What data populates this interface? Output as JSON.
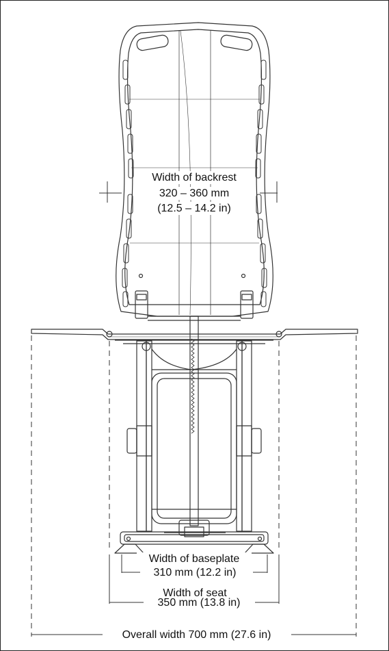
{
  "labels": {
    "backrest": {
      "title": "Width of backrest",
      "mm": "320 – 360 mm",
      "inch": "(12.5 – 14.2 in)"
    },
    "baseplate": {
      "title": "Width of baseplate",
      "value": "310 mm (12.2 in)"
    },
    "seat": {
      "title": "Width of seat",
      "value": "350 mm (13.8 in)"
    },
    "overall": {
      "value": "Overall width 700 mm (27.6 in)"
    }
  },
  "colors": {
    "line": "#333333",
    "border": "#222222",
    "background": "#ffffff"
  }
}
